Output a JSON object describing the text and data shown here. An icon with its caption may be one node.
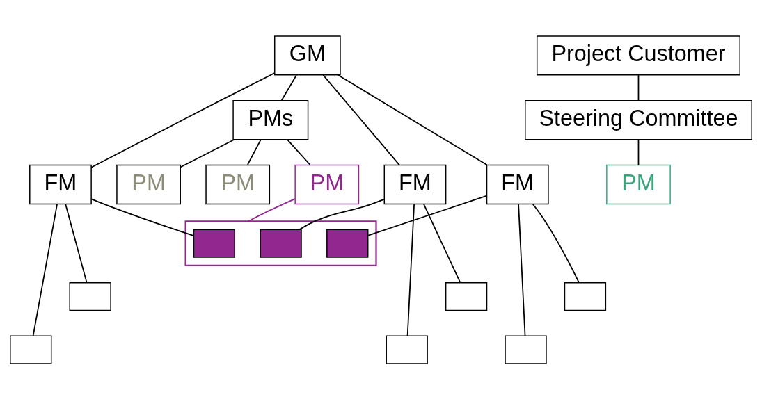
{
  "diagram": {
    "nodes": [
      {
        "text": [
          "GM"
        ]
      },
      {
        "text": [
          "PMs"
        ]
      },
      {
        "text": [
          "FM"
        ]
      },
      {
        "text": [
          "FM"
        ]
      },
      {
        "text": [
          "FM"
        ]
      },
      {
        "text": [
          "PM"
        ]
      },
      {
        "text": [
          "PM"
        ]
      },
      {
        "text": [
          "PM"
        ]
      },
      {
        "text": [],
        "shape": "box"
      },
      {
        "text": [],
        "shape": "box",
        "in": 8
      },
      {
        "text": [],
        "shape": "box",
        "in": 8
      },
      {
        "text": [],
        "shape": "box",
        "in": 8
      },
      {
        "text": [],
        "shape": "box"
      },
      {
        "text": [],
        "shape": "box"
      },
      {
        "text": [],
        "shape": "box"
      },
      {
        "text": [],
        "shape": "box"
      },
      {
        "text": [],
        "shape": "box"
      },
      {
        "text": [],
        "shape": "box"
      },
      {
        "text": [
          "Project Customer"
        ]
      },
      {
        "text": [
          "Steering Committee"
        ]
      },
      {
        "text": [
          "PM"
        ]
      }
    ],
    "edges": [
      {
        "from": 0,
        "to": 1,
        "arrow": "none"
      },
      {
        "from": 0,
        "to": 2,
        "arrow": "none"
      },
      {
        "from": 0,
        "to": 3,
        "arrow": "none"
      },
      {
        "from": 0,
        "to": 4,
        "arrow": "none"
      },
      {
        "from": 1,
        "to": 5,
        "arrow": "none"
      },
      {
        "from": 1,
        "to": 6,
        "arrow": "none"
      },
      {
        "from": 1,
        "to": 7,
        "arrow": "none"
      },
      {
        "from": 5,
        "to": 8,
        "arrow": "none",
        "color": "#92278f"
      },
      {
        "from": 2,
        "to": 9,
        "arrow": "none"
      },
      {
        "from": 2,
        "to": 12,
        "arrow": "none"
      },
      {
        "from": 2,
        "to": 15,
        "arrow": "none"
      },
      {
        "from": 3,
        "to": 10,
        "arrow": "none"
      },
      {
        "from": 3,
        "to": 13,
        "arrow": "none"
      },
      {
        "from": 3,
        "to": 16,
        "arrow": "none"
      },
      {
        "from": 4,
        "to": 11,
        "arrow": "none"
      },
      {
        "from": 4,
        "to": 14,
        "arrow": "none"
      },
      {
        "from": 4,
        "to": 17,
        "arrow": "none"
      },
      {
        "from": 18,
        "to": 19,
        "arrow": "none"
      },
      {
        "from": 19,
        "to": 20,
        "arrow": "none"
      }
    ]
  }
}
